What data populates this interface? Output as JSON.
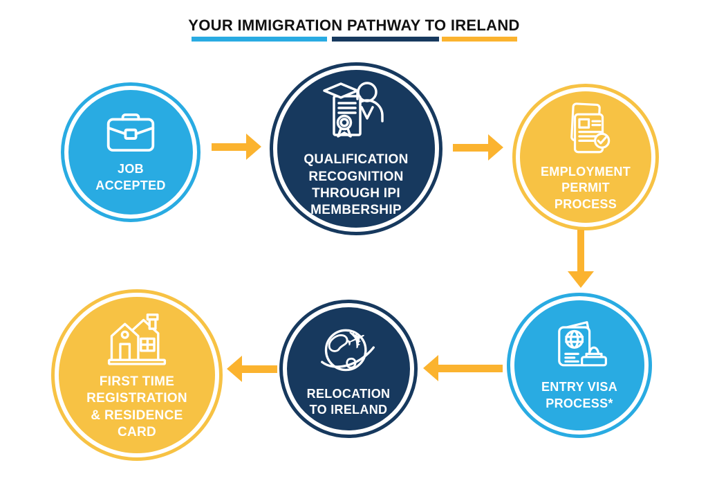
{
  "title": {
    "text": "YOUR IMMIGRATION PATHWAY TO IRELAND",
    "underline_segments": [
      "blue",
      "navy",
      "yellow"
    ]
  },
  "colors": {
    "blue": "#29ABE2",
    "navy": "#17395E",
    "yellow": "#F7C244",
    "arrow_yellow": "#FBB32F",
    "title_text": "#111111",
    "label_text": "#FFFFFF"
  },
  "steps": [
    {
      "id": 1,
      "label": "JOB\nACCEPTED",
      "color": "blue",
      "icon": "briefcase-icon"
    },
    {
      "id": 2,
      "label": "QUALIFICATION\nRECOGNITION\nTHROUGH IPI\nMEMBERSHIP",
      "color": "navy",
      "icon": "qualification-certificate-icon"
    },
    {
      "id": 3,
      "label": "EMPLOYMENT\nPERMIT\nPROCESS",
      "color": "yellow",
      "icon": "documents-check-icon"
    },
    {
      "id": 4,
      "label": "ENTRY VISA\nPROCESS*",
      "color": "blue",
      "icon": "passport-stamp-icon"
    },
    {
      "id": 5,
      "label": "RELOCATION\nTO IRELAND",
      "color": "navy",
      "icon": "globe-plane-icon"
    },
    {
      "id": 6,
      "label": "FIRST TIME\nREGISTRATION\n& RESIDENCE\nCARD",
      "color": "yellow",
      "icon": "house-icon"
    }
  ],
  "arrows": [
    {
      "from": 1,
      "to": 2,
      "direction": "right"
    },
    {
      "from": 2,
      "to": 3,
      "direction": "right"
    },
    {
      "from": 3,
      "to": 4,
      "direction": "down"
    },
    {
      "from": 4,
      "to": 5,
      "direction": "left"
    },
    {
      "from": 5,
      "to": 6,
      "direction": "left"
    }
  ]
}
